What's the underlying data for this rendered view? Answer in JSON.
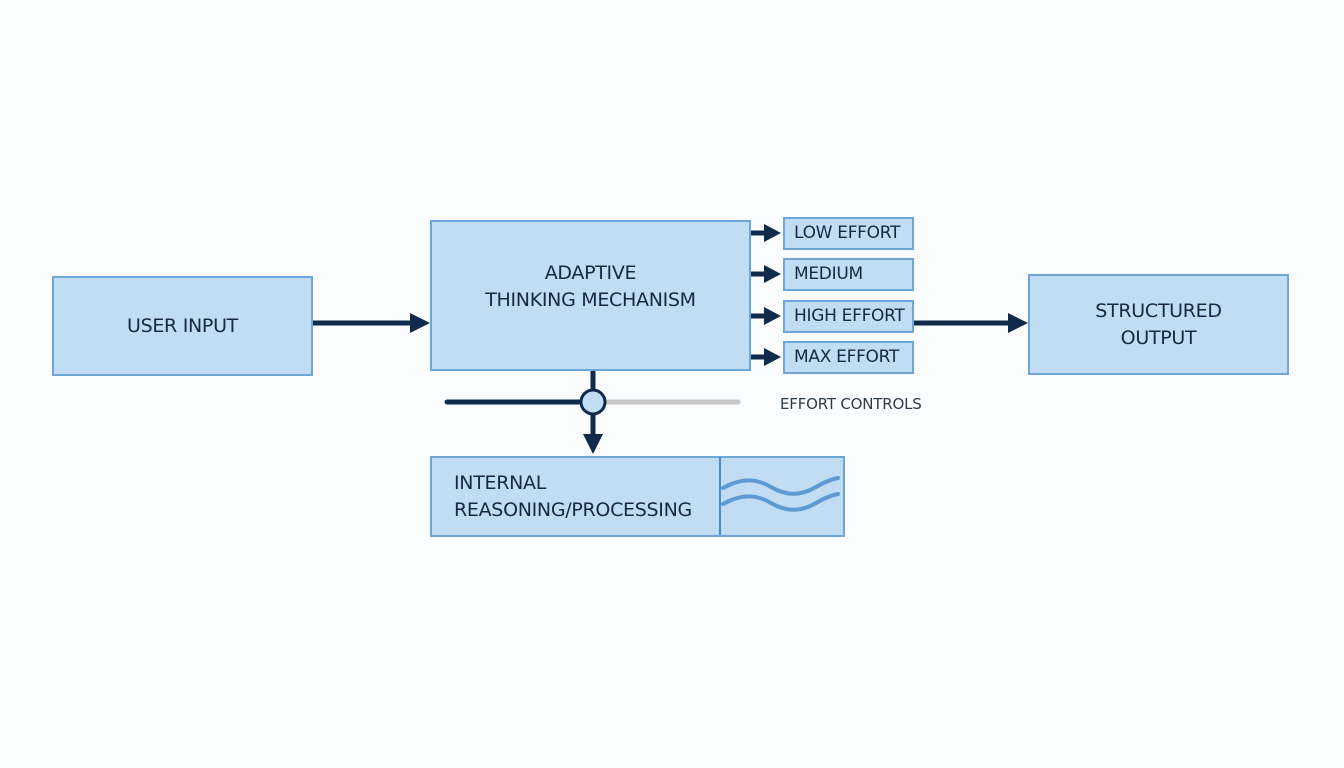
{
  "diagram": {
    "nodes": {
      "user_input": {
        "label": "USER INPUT"
      },
      "adaptive": {
        "line1": "ADAPTIVE",
        "line2": "THINKING MECHANISM"
      },
      "structured_output": {
        "line1": "STRUCTURED",
        "line2": "OUTPUT"
      },
      "internal": {
        "line1": "INTERNAL",
        "line2": "REASONING/PROCESSING"
      }
    },
    "effort_levels": [
      {
        "label": "LOW EFFORT"
      },
      {
        "label": "MEDIUM"
      },
      {
        "label": "HIGH EFFORT"
      },
      {
        "label": "MAX EFFORT"
      }
    ],
    "effort_controls": {
      "label": "EFFORT CONTROLS",
      "slider_value_fraction": 0.5
    },
    "colors": {
      "box_fill": "#c0ddf3",
      "box_border": "#6ea6d8",
      "arrow": "#0f2a4a",
      "slider_inactive": "#c8c8c8",
      "wave": "#5e9bd4"
    }
  }
}
